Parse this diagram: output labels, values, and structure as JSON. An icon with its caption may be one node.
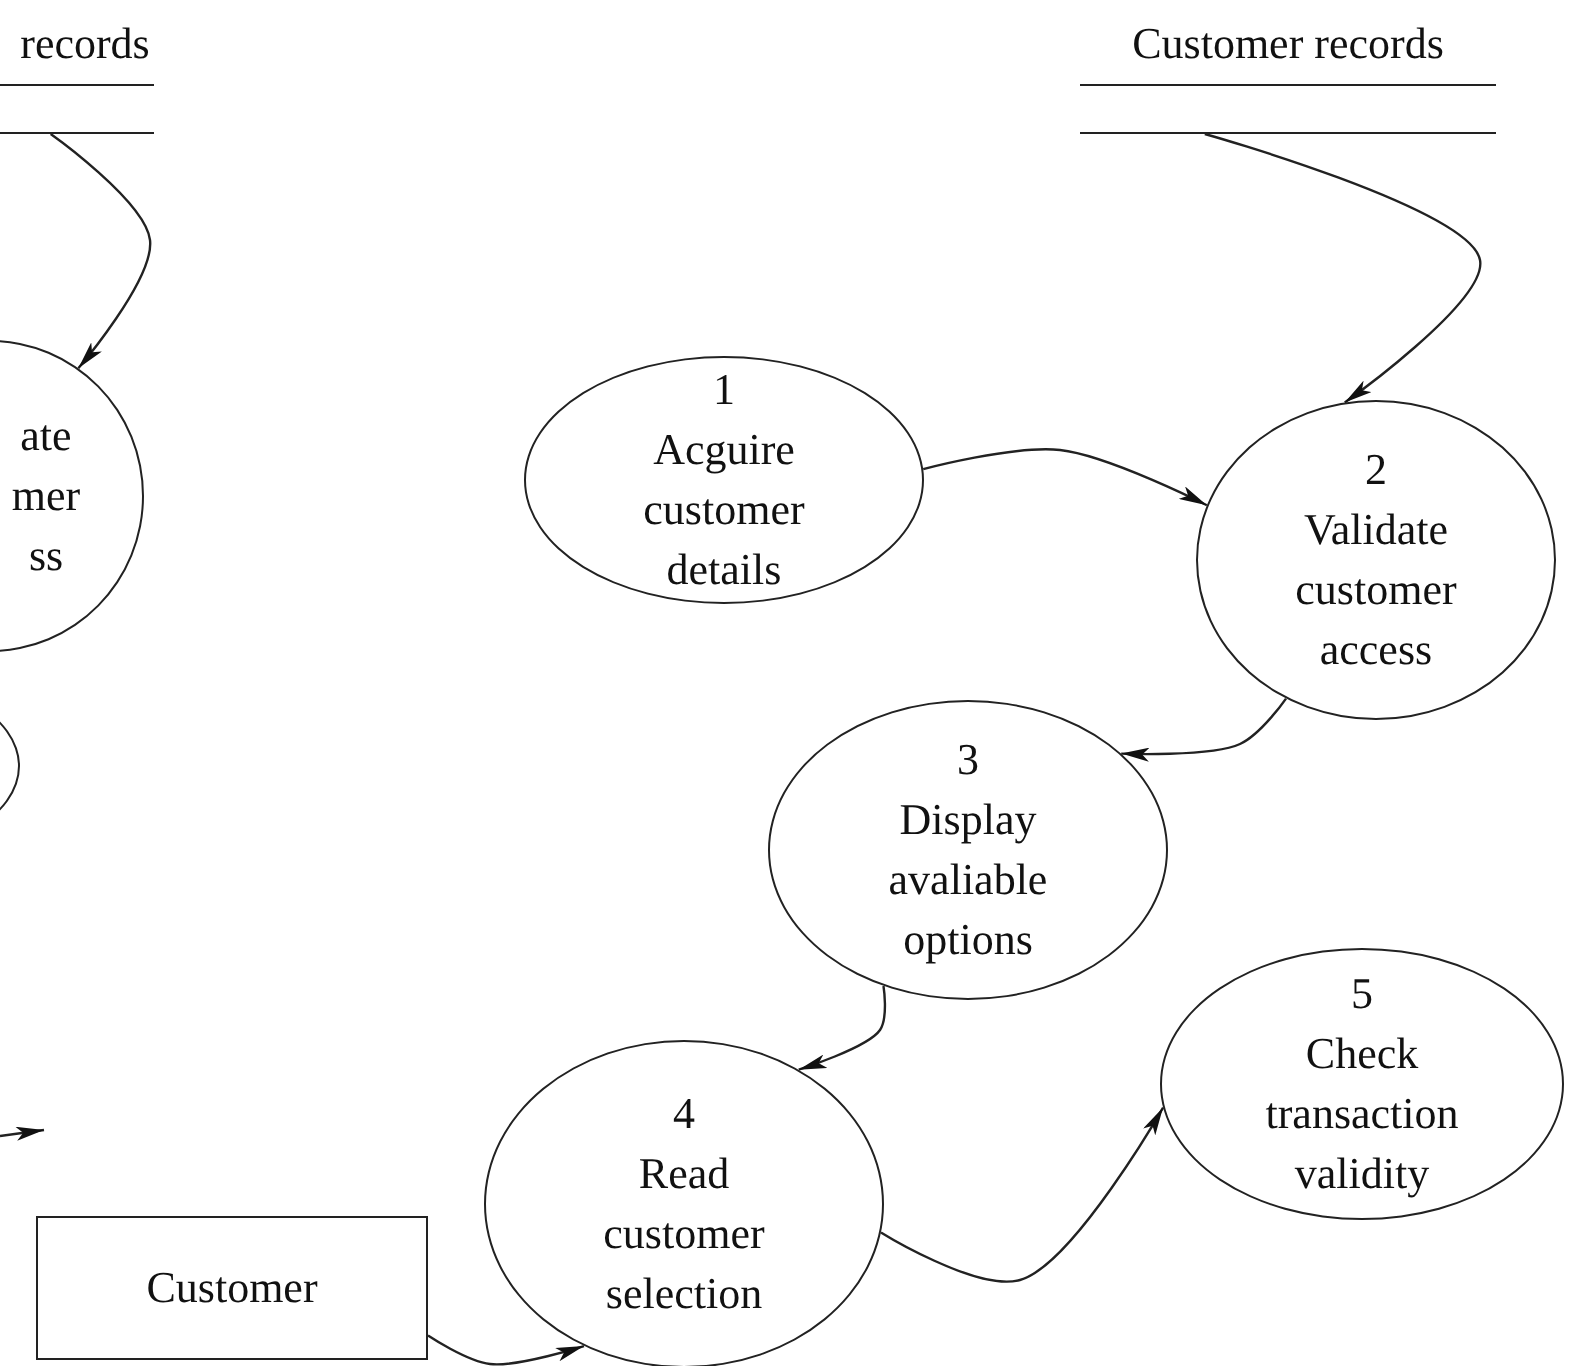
{
  "diagram": {
    "nodes": [
      {
        "text": [
          "records"
        ]
      },
      {
        "text": [
          "ate mer ss"
        ]
      },
      {
        "text": [],
        "shape": "circle"
      },
      {
        "text": [
          "Customer records"
        ]
      },
      {
        "text": [
          "1",
          "Acguire customer details"
        ]
      },
      {
        "text": [
          "2",
          "Validate customer access"
        ]
      },
      {
        "text": [
          "3",
          "Display avaliable options"
        ]
      },
      {
        "text": [
          "4",
          "Read customer selection"
        ]
      },
      {
        "text": [
          "5",
          "Check transaction validity"
        ]
      },
      {
        "text": [
          "Customer"
        ]
      }
    ],
    "edges": [
      {
        "from": 0,
        "to": 1,
        "arrow": "to"
      },
      {
        "from": 3,
        "to": 5,
        "arrow": "to"
      },
      {
        "from": 4,
        "to": 5,
        "arrow": "to"
      },
      {
        "from": 5,
        "to": 6,
        "arrow": "to"
      },
      {
        "from": 6,
        "to": 7,
        "arrow": "to"
      },
      {
        "from": 9,
        "to": 7,
        "arrow": "to"
      },
      {
        "from": 7,
        "to": 8,
        "arrow": "to"
      }
    ]
  }
}
